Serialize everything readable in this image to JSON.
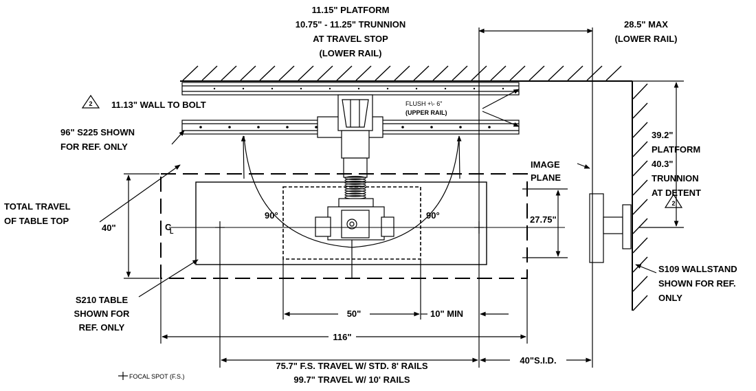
{
  "labels": {
    "platform_top": [
      "11.15\" PLATFORM",
      "10.75\" - 11.25\" TRUNNION",
      "AT TRAVEL STOP",
      "(LOWER RAIL)"
    ],
    "max_lower_rail": [
      "28.5\" MAX",
      "(LOWER RAIL)"
    ],
    "wall_to_bolt": "11.13\" WALL TO BOLT",
    "flush": [
      "FLUSH +\\- 6\"",
      "(UPPER RAIL)"
    ],
    "s225": [
      "96\" S225 SHOWN",
      "FOR REF. ONLY"
    ],
    "platform_right": [
      "39.2\"",
      "PLATFORM",
      "40.3\"",
      "TRUNNION",
      "AT DETENT"
    ],
    "image_plane": [
      "IMAGE",
      "PLANE"
    ],
    "total_travel": [
      "TOTAL TRAVEL",
      "OF TABLE TOP"
    ],
    "centerline": "C",
    "centerline_sub": "L",
    "angle_left": "90°",
    "angle_right": "90°",
    "dim_40": "40\"",
    "dim_2775": "27.75\"",
    "s109": [
      "S109 WALLSTAND",
      "SHOWN FOR REF.",
      "ONLY"
    ],
    "s210": [
      "S210 TABLE",
      "SHOWN FOR",
      "REF. ONLY"
    ],
    "dim_50": "50\"",
    "dim_10min": "10\" MIN",
    "dim_116": "116\"",
    "travel_8ft": "75.7\" F.S. TRAVEL W/ STD. 8' RAILS",
    "travel_10ft": "99.7\" TRAVEL W/ 10' RAILS",
    "sid": "40\"S.I.D.",
    "focal_spot": "FOCAL SPOT (F.S.)",
    "revision_mark": "2"
  }
}
